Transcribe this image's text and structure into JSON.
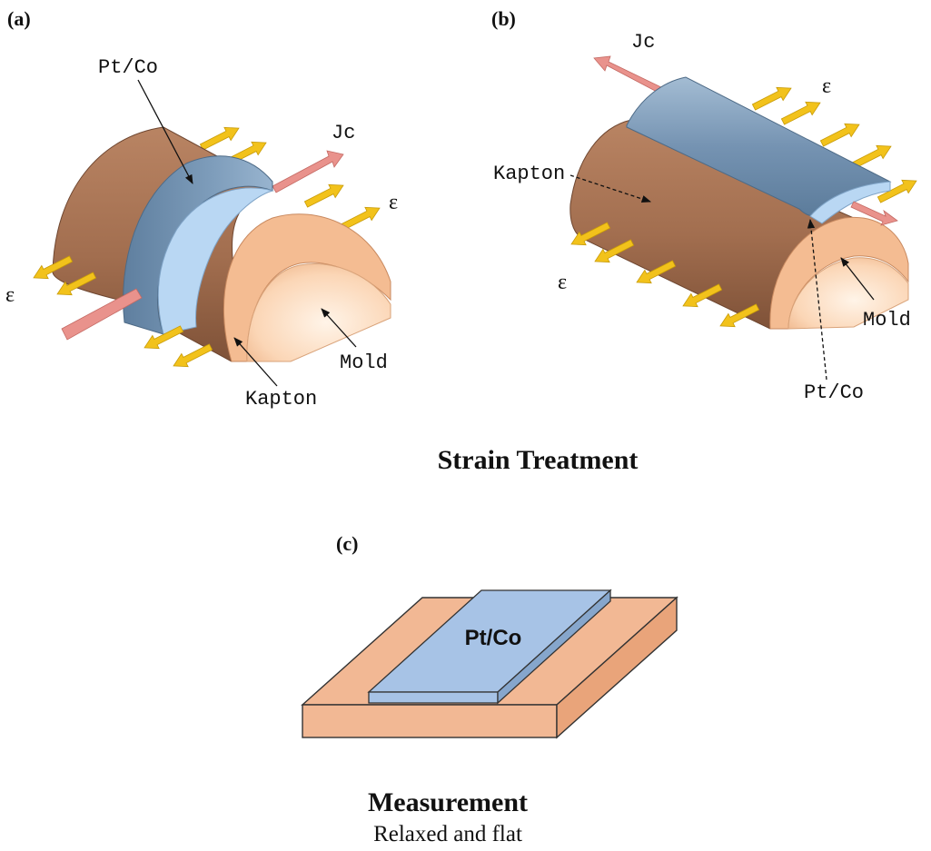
{
  "panels": {
    "a": {
      "label": "(a)",
      "film": "Pt/Co",
      "current": "Jc",
      "strain_right": "ε",
      "strain_left": "ε",
      "substrate": "Kapton",
      "mold": "Mold"
    },
    "b": {
      "label": "(b)",
      "current": "Jc",
      "strain_top": "ε",
      "strain_left": "ε",
      "substrate": "Kapton",
      "mold": "Mold",
      "film": "Pt/Co"
    },
    "c": {
      "label": "(c)",
      "film": "Pt/Co"
    }
  },
  "captions": {
    "strain": "Strain Treatment",
    "measurement": "Measurement",
    "measurement_sub": "Relaxed and flat"
  },
  "colors": {
    "kapton": "#a5714f",
    "mold": "#f6c7a2",
    "film": "#7f9dba",
    "film_edge": "#b9d7f3",
    "strain_arrow": "#f2c21b",
    "current_arrow": "#e9928c",
    "substrate_flat": "#f2b894",
    "film_flat": "#a7c3e6"
  }
}
